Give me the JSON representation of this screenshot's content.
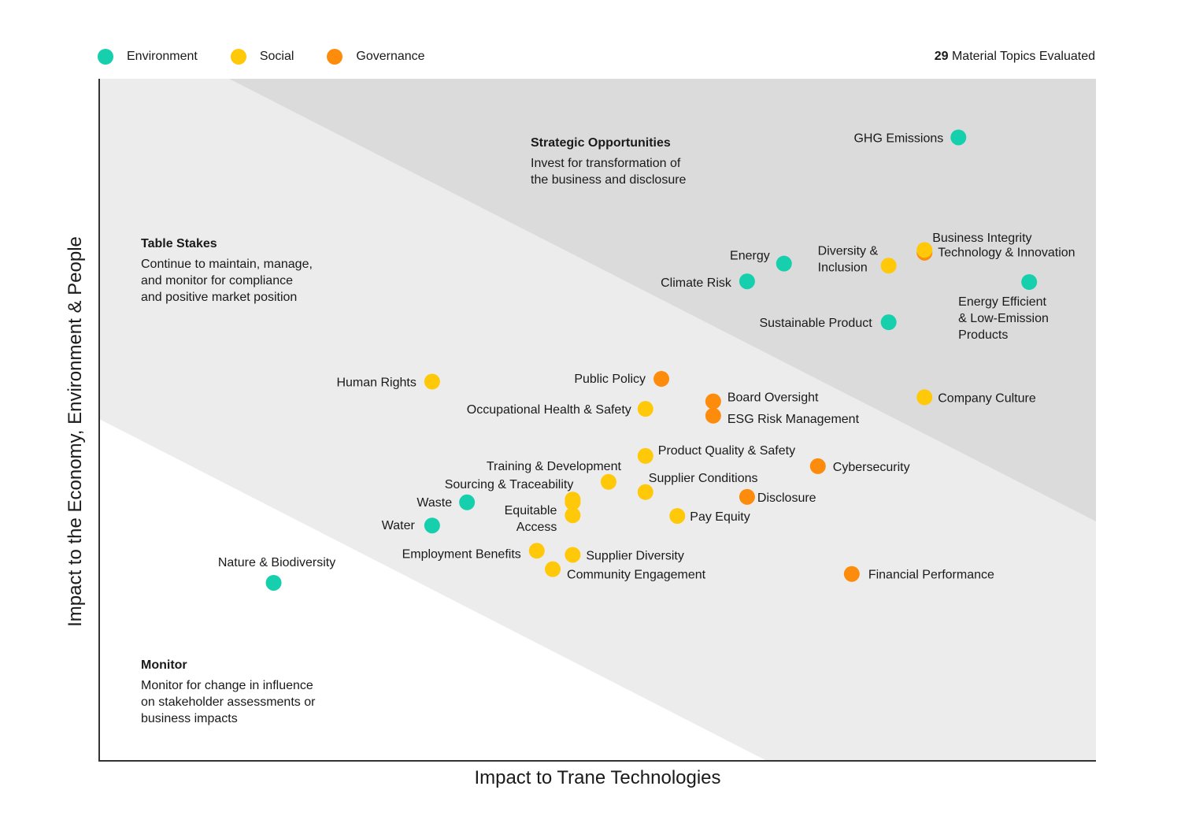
{
  "legend": [
    {
      "label": "Environment",
      "color": "#16cfad"
    },
    {
      "label": "Social",
      "color": "#ffc809"
    },
    {
      "label": "Governance",
      "color": "#fd8c0c"
    }
  ],
  "topic_count": {
    "number": "29",
    "text": "Material Topics Evaluated"
  },
  "zones": {
    "strategic": {
      "title": "Strategic Opportunities",
      "desc": "Invest for transformation of\nthe business and disclosure"
    },
    "table_stakes": {
      "title": "Table Stakes",
      "desc": "Continue to maintain, manage,\nand monitor for compliance\nand positive market position"
    },
    "monitor": {
      "title": "Monitor",
      "desc": "Monitor for change in influence\non stakeholder assessments or\nbusiness impacts"
    }
  },
  "chart_data": {
    "type": "scatter",
    "xlabel": "Impact to Trane Technologies",
    "ylabel": "Impact to the Economy, Environment & People",
    "zone_colors": {
      "strategic": "#dcdbdb",
      "table_stakes": "#ececec",
      "monitor": "#ffffff"
    },
    "points": [
      {
        "label": "GHG Emissions",
        "category": "Environment",
        "x": 86.2,
        "y": 91.4
      },
      {
        "label": "Business Integrity",
        "category": "Governance",
        "x": 82.8,
        "y": 74.5
      },
      {
        "label": "Technology & Innovation",
        "category": "Social",
        "x": 82.8,
        "y": 74.9
      },
      {
        "label": "Energy Efficient & Low-Emission Products",
        "category": "Environment",
        "x": 93.3,
        "y": 70.2
      },
      {
        "label": "Energy",
        "category": "Environment",
        "x": 68.7,
        "y": 72.9
      },
      {
        "label": "Climate Risk",
        "category": "Environment",
        "x": 65.0,
        "y": 70.3
      },
      {
        "label": "Diversity & Inclusion",
        "category": "Social",
        "x": 79.2,
        "y": 72.6
      },
      {
        "label": "Sustainable Product",
        "category": "Environment",
        "x": 79.2,
        "y": 64.3
      },
      {
        "label": "Company Culture",
        "category": "Social",
        "x": 82.8,
        "y": 53.3
      },
      {
        "label": "Human Rights",
        "category": "Social",
        "x": 33.4,
        "y": 55.6
      },
      {
        "label": "Public Policy",
        "category": "Governance",
        "x": 56.4,
        "y": 56.0
      },
      {
        "label": "Occupational Health & Safety",
        "category": "Social",
        "x": 54.8,
        "y": 51.6
      },
      {
        "label": "Board Oversight",
        "category": "Governance",
        "x": 61.6,
        "y": 52.7
      },
      {
        "label": "ESG Risk Management",
        "category": "Governance",
        "x": 61.6,
        "y": 50.6
      },
      {
        "label": "Product Quality & Safety",
        "category": "Social",
        "x": 54.8,
        "y": 44.7
      },
      {
        "label": "Cybersecurity",
        "category": "Governance",
        "x": 72.1,
        "y": 43.2
      },
      {
        "label": "Training & Development",
        "category": "Social",
        "x": 51.1,
        "y": 40.9
      },
      {
        "label": "Supplier Conditions",
        "category": "Social",
        "x": 54.8,
        "y": 39.4
      },
      {
        "label": "Disclosure",
        "category": "Governance",
        "x": 65.0,
        "y": 38.7
      },
      {
        "label": "Sourcing & Traceability",
        "category": "Social",
        "x": 47.5,
        "y": 37.9
      },
      {
        "label": "Equitable Access",
        "category": "Social",
        "x": 47.5,
        "y": 36.0
      },
      {
        "label": "Waste",
        "category": "Environment",
        "x": 36.9,
        "y": 37.9
      },
      {
        "label": "Pay Equity",
        "category": "Social",
        "x": 58.0,
        "y": 35.9
      },
      {
        "label": "Water",
        "category": "Environment",
        "x": 33.4,
        "y": 34.5
      },
      {
        "label": "Employment Benefits",
        "category": "Social",
        "x": 43.9,
        "y": 30.8
      },
      {
        "label": "Supplier Diversity",
        "category": "Social",
        "x": 47.5,
        "y": 30.2
      },
      {
        "label": "Community Engagement",
        "category": "Social",
        "x": 45.5,
        "y": 28.1
      },
      {
        "label": "Financial Performance",
        "category": "Governance",
        "x": 75.5,
        "y": 27.4
      },
      {
        "label": "Nature & Biodiversity",
        "category": "Environment",
        "x": 17.5,
        "y": 26.1
      }
    ]
  }
}
